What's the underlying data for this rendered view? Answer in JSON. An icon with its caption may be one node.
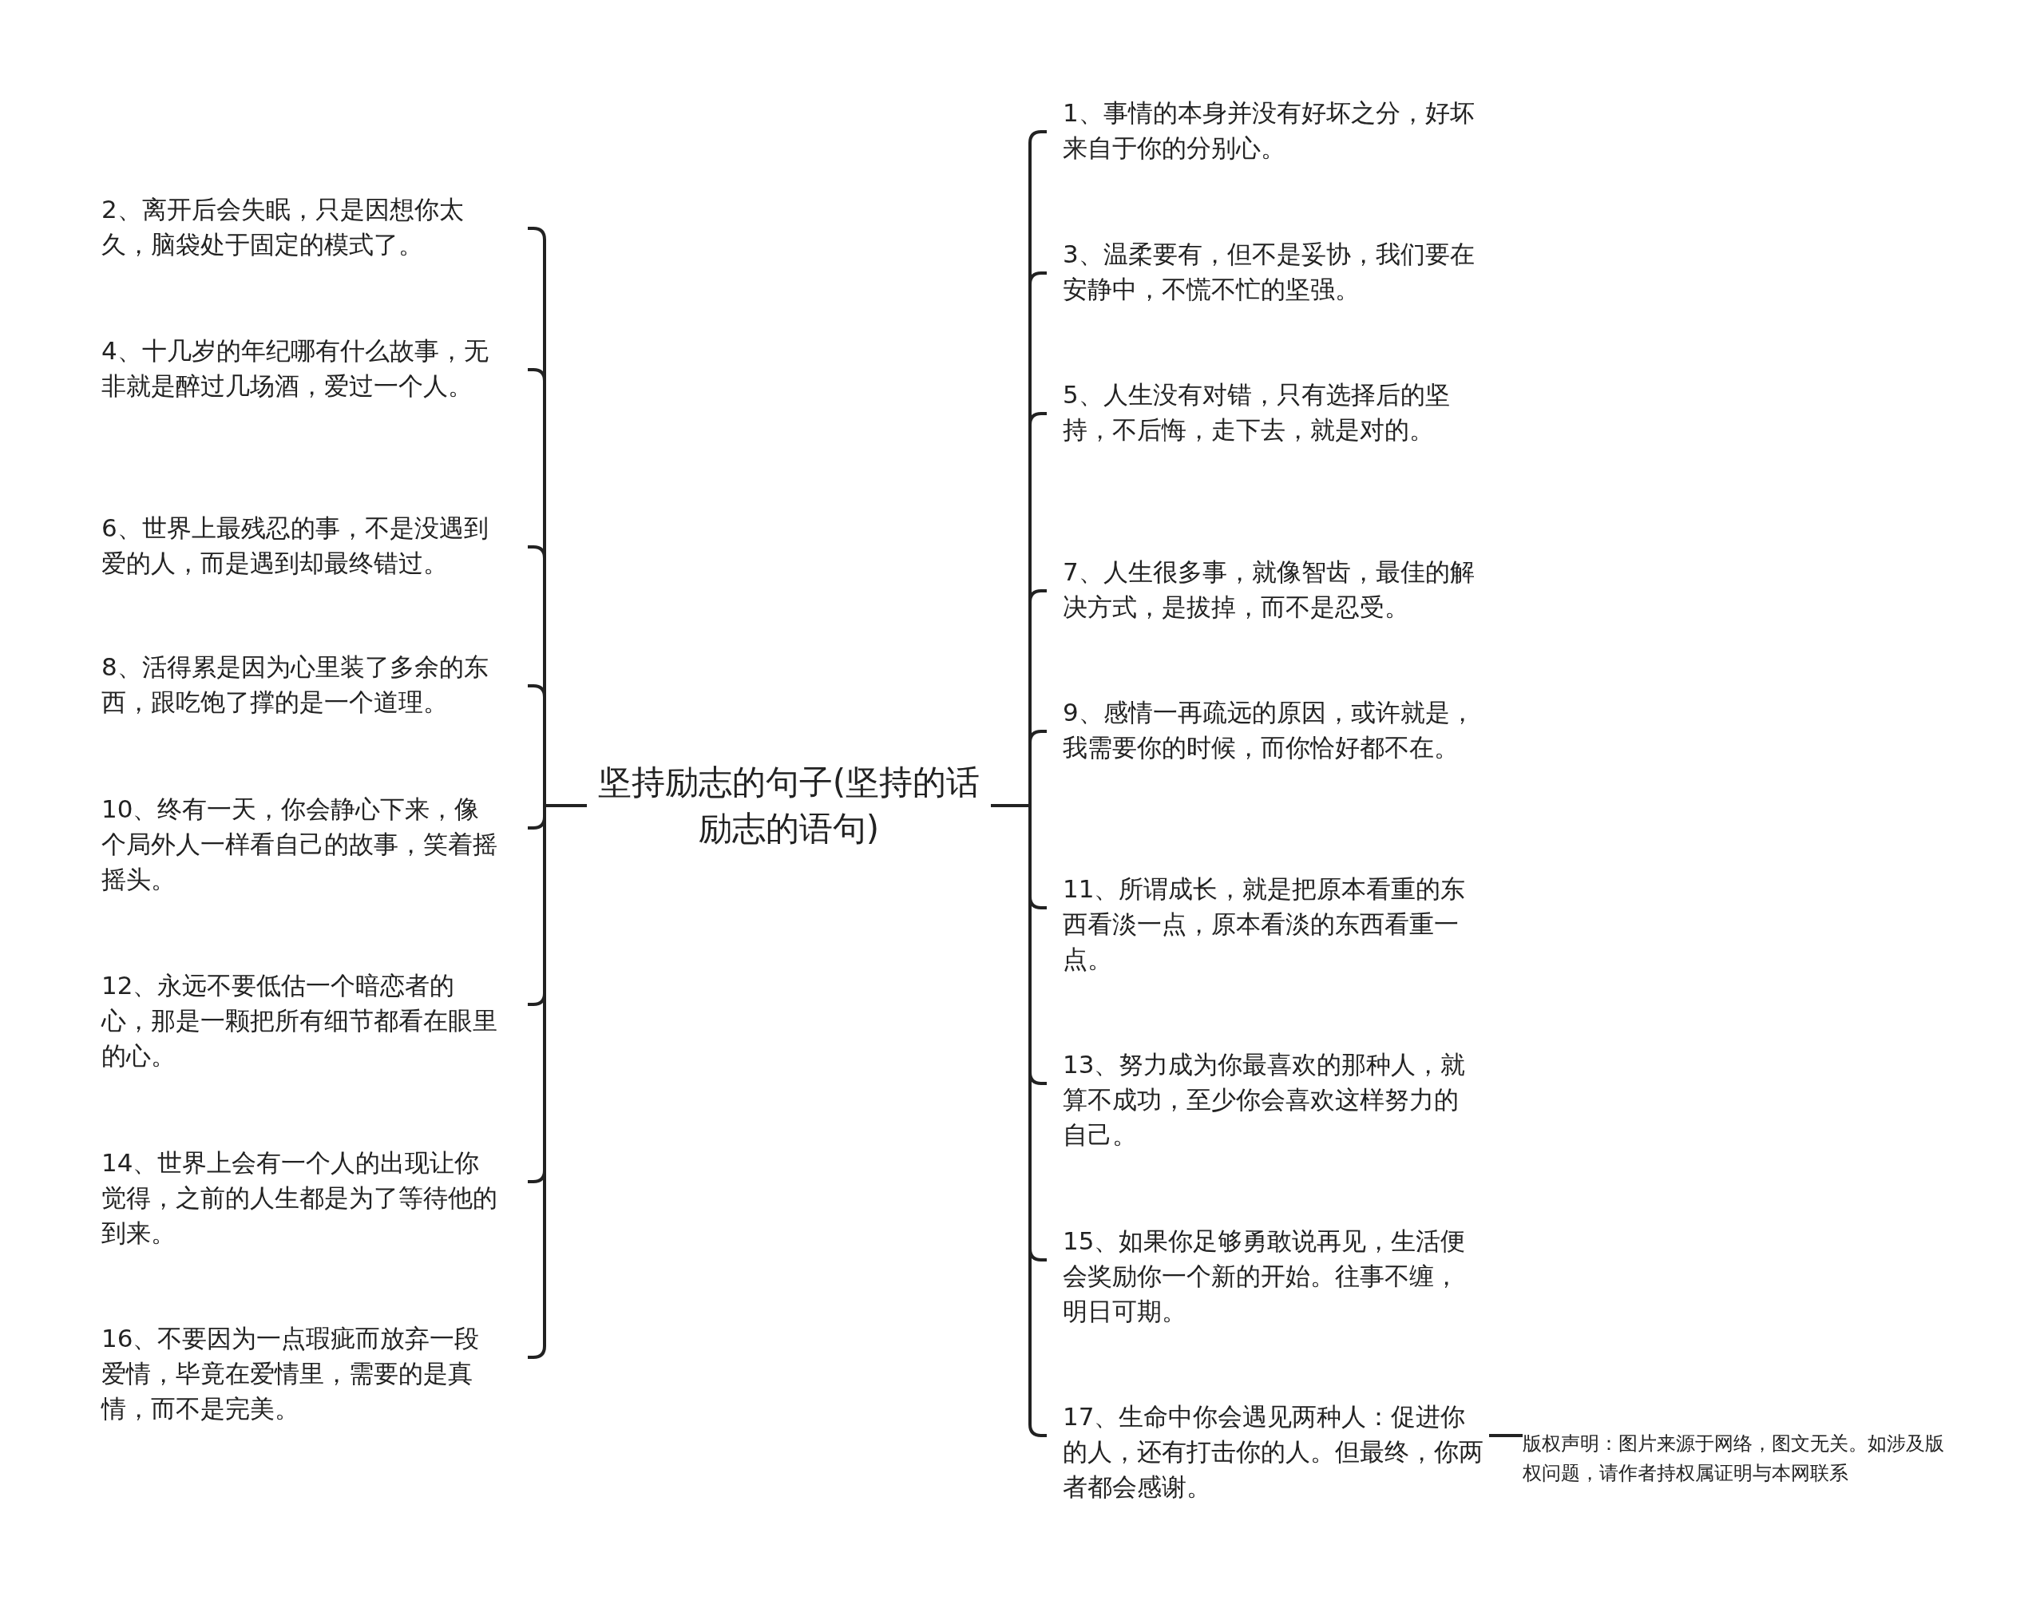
{
  "diagram": {
    "nodes": [
      {
        "text": [
          "坚持励志的句子(坚持的话励志的语句)"
        ]
      },
      {
        "text": [
          "1、事情的本身并没有好坏之分，好坏来自于你的分别心。"
        ]
      },
      {
        "text": [
          "2、离开后会失眠，只是因想你太久，脑袋处于固定的模式了。"
        ]
      },
      {
        "text": [
          "3、温柔要有，但不是妥协，我们要在安静中，不慌不忙的坚强。"
        ]
      },
      {
        "text": [
          "4、十几岁的年纪哪有什么故事，无非就是醉过几场酒，爱过一个人。"
        ]
      },
      {
        "text": [
          "5、人生没有对错，只有选择后的坚持，不后悔，走下去，就是对的。"
        ]
      },
      {
        "text": [
          "6、世界上最残忍的事，不是没遇到爱的人，而是遇到却最终错过。"
        ]
      },
      {
        "text": [
          "7、人生很多事，就像智齿，最佳的解决方式，是拔掉，而不是忍受。"
        ]
      },
      {
        "text": [
          "8、活得累是因为心里装了多余的东西，跟吃饱了撑的是一个道理。"
        ]
      },
      {
        "text": [
          "9、感情一再疏远的原因，或许就是，我需要你的时候，而你恰好都不在。"
        ]
      },
      {
        "text": [
          "10、终有一天，你会静心下来，像个局外人一样看自己的故事，笑着摇摇头。"
        ]
      },
      {
        "text": [
          "11、所谓成长，就是把原本看重的东西看淡一点，原本看淡的东西看重一点。"
        ]
      },
      {
        "text": [
          "12、永远不要低估一个暗恋者的心，那是一颗把所有细节都看在眼里的心。"
        ]
      },
      {
        "text": [
          "13、努力成为你最喜欢的那种人，就算不成功，至少你会喜欢这样努力的自己。"
        ]
      },
      {
        "text": [
          "14、世界上会有一个人的出现让你觉得，之前的人生都是为了等待他的到来。"
        ]
      },
      {
        "text": [
          "15、如果你足够勇敢说再见，生活便会奖励你一个新的开始。往事不缠，明日可期。"
        ]
      },
      {
        "text": [
          "16、不要因为一点瑕疵而放弃一段爱情，毕竟在爱情里，需要的是真情，而不是完美。"
        ]
      },
      {
        "text": [
          "17、生命中你会遇见两种人：促进你的人，还有打击你的人。但最终，你两者都会感谢。"
        ]
      },
      {
        "text": [
          "版权声明：图片来源于网络，图文无关。如涉及版权问题，请作者持权属证明与本网联系"
        ]
      }
    ],
    "edges": [
      {
        "from": 0,
        "to": 1,
        "arrow": "none"
      },
      {
        "from": 0,
        "to": 2,
        "arrow": "none"
      },
      {
        "from": 0,
        "to": 3,
        "arrow": "none"
      },
      {
        "from": 0,
        "to": 4,
        "arrow": "none"
      },
      {
        "from": 0,
        "to": 5,
        "arrow": "none"
      },
      {
        "from": 0,
        "to": 6,
        "arrow": "none"
      },
      {
        "from": 0,
        "to": 7,
        "arrow": "none"
      },
      {
        "from": 0,
        "to": 8,
        "arrow": "none"
      },
      {
        "from": 0,
        "to": 9,
        "arrow": "none"
      },
      {
        "from": 0,
        "to": 10,
        "arrow": "none"
      },
      {
        "from": 0,
        "to": 11,
        "arrow": "none"
      },
      {
        "from": 0,
        "to": 12,
        "arrow": "none"
      },
      {
        "from": 0,
        "to": 13,
        "arrow": "none"
      },
      {
        "from": 0,
        "to": 14,
        "arrow": "none"
      },
      {
        "from": 0,
        "to": 15,
        "arrow": "none"
      },
      {
        "from": 0,
        "to": 16,
        "arrow": "none"
      },
      {
        "from": 0,
        "to": 17,
        "arrow": "none"
      },
      {
        "from": 17,
        "to": 18,
        "arrow": "none"
      }
    ]
  }
}
